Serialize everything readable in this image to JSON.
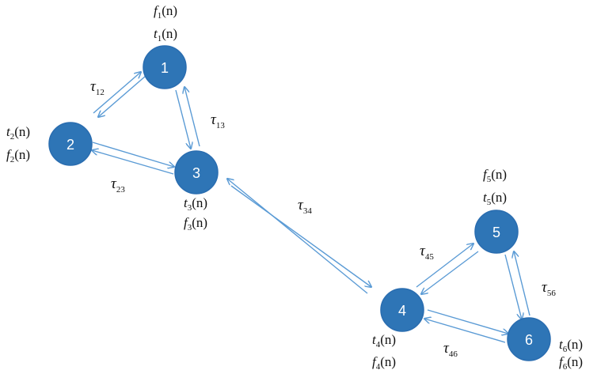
{
  "colors": {
    "node_fill": "#2e75b6",
    "node_text": "#ffffff",
    "arrow": "#5b9bd5",
    "text": "#111111"
  },
  "nodes": [
    {
      "id": "1",
      "label": "1"
    },
    {
      "id": "2",
      "label": "2"
    },
    {
      "id": "3",
      "label": "3"
    },
    {
      "id": "4",
      "label": "4"
    },
    {
      "id": "5",
      "label": "5"
    },
    {
      "id": "6",
      "label": "6"
    }
  ],
  "node_labels": {
    "f1": {
      "var": "f",
      "sub": "1",
      "arg": "(n)"
    },
    "t1": {
      "var": "t",
      "sub": "1",
      "arg": "(n)"
    },
    "t2": {
      "var": "t",
      "sub": "2",
      "arg": "(n)"
    },
    "f2": {
      "var": "f",
      "sub": "2",
      "arg": "(n)"
    },
    "t3": {
      "var": "t",
      "sub": "3",
      "arg": "(n)"
    },
    "f3": {
      "var": "f",
      "sub": "3",
      "arg": "(n)"
    },
    "f5": {
      "var": "f",
      "sub": "5",
      "arg": "(n)"
    },
    "t5": {
      "var": "t",
      "sub": "5",
      "arg": "(n)"
    },
    "t4": {
      "var": "t",
      "sub": "4",
      "arg": "(n)"
    },
    "f4": {
      "var": "f",
      "sub": "4",
      "arg": "(n)"
    },
    "t6": {
      "var": "t",
      "sub": "6",
      "arg": "(n)"
    },
    "f6": {
      "var": "f",
      "sub": "6",
      "arg": "(n)"
    }
  },
  "edges": [
    {
      "from": "1",
      "to": "2",
      "tau": {
        "symbol": "τ",
        "sub": "12"
      }
    },
    {
      "from": "1",
      "to": "3",
      "tau": {
        "symbol": "τ",
        "sub": "13"
      }
    },
    {
      "from": "2",
      "to": "3",
      "tau": {
        "symbol": "τ",
        "sub": "23"
      }
    },
    {
      "from": "3",
      "to": "4",
      "tau": {
        "symbol": "τ",
        "sub": "34"
      }
    },
    {
      "from": "4",
      "to": "5",
      "tau": {
        "symbol": "τ",
        "sub": "45"
      }
    },
    {
      "from": "5",
      "to": "6",
      "tau": {
        "symbol": "τ",
        "sub": "56"
      }
    },
    {
      "from": "4",
      "to": "6",
      "tau": {
        "symbol": "τ",
        "sub": "46"
      }
    }
  ]
}
